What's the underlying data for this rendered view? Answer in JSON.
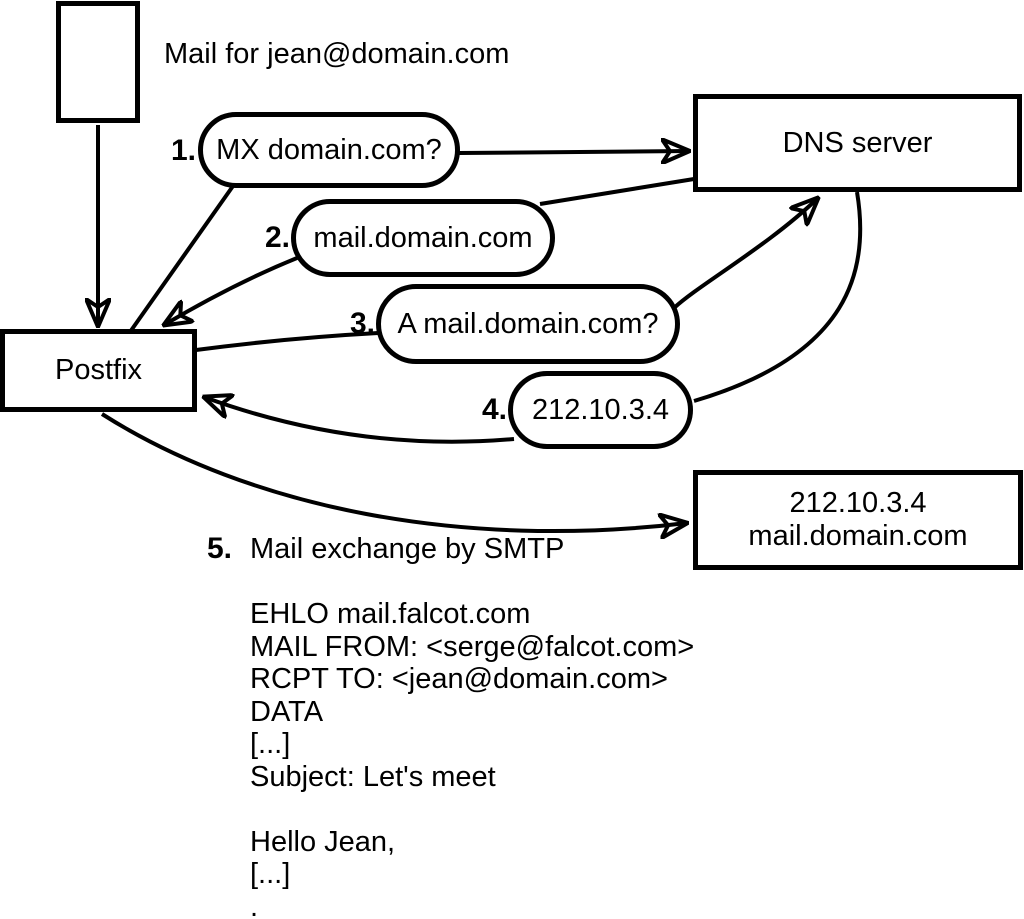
{
  "diagram": {
    "note": "Mail for jean@domain.com",
    "nodes": {
      "postfix": {
        "label": "Postfix"
      },
      "dns": {
        "label": "DNS server"
      },
      "mail_server": {
        "line1": "212.10.3.4",
        "line2": "mail.domain.com"
      }
    },
    "steps": [
      {
        "num": "1.",
        "label": "MX domain.com?"
      },
      {
        "num": "2.",
        "label": "mail.domain.com"
      },
      {
        "num": "3.",
        "label": "A mail.domain.com?"
      },
      {
        "num": "4.",
        "label": "212.10.3.4"
      },
      {
        "num": "5.",
        "label": "Mail exchange by SMTP"
      }
    ],
    "smtp_session": {
      "lines": [
        "EHLO mail.falcot.com",
        "MAIL FROM: <serge@falcot.com>",
        "RCPT TO: <jean@domain.com>",
        "DATA",
        "[...]",
        "Subject: Let's meet",
        "",
        "Hello Jean,",
        "[...]",
        "."
      ]
    }
  },
  "colors": {
    "ink": "#000000",
    "paper": "#ffffff"
  }
}
